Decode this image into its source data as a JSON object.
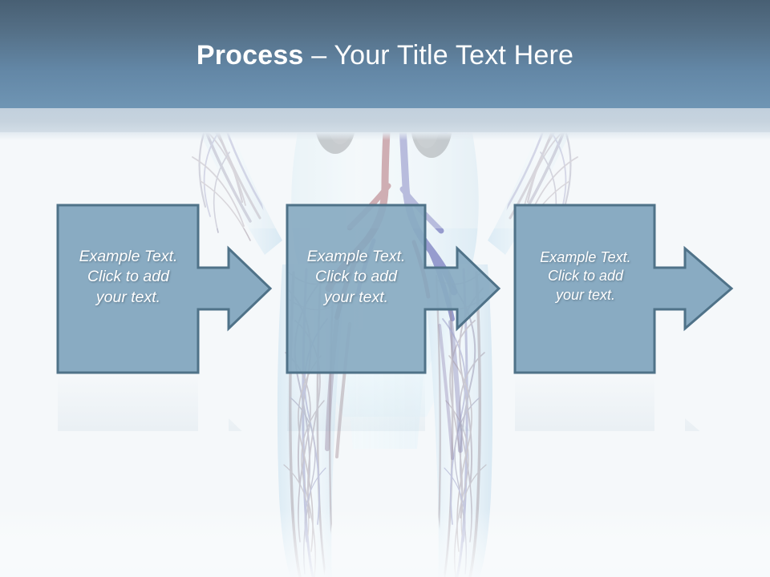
{
  "slide": {
    "title_strong": "Process",
    "title_rest": " – Your Title Text Here",
    "background_art": "human-vascular-anatomy-illustration",
    "colors": {
      "header_top": "#485f73",
      "header_bottom": "#6f95b4",
      "sub_band": "#c6d3de",
      "canvas": "#f5f8fa",
      "shape_fill": "#89abc2",
      "shape_stroke": "#4f7governed"
    }
  },
  "process": {
    "steps": [
      {
        "id": "step-1",
        "text": "Example Text.\nClick  to add\nyour text."
      },
      {
        "id": "step-2",
        "text": "Example Text.\nClick  to add\nyour text."
      },
      {
        "id": "step-3",
        "text": "Example Text.\nClick  to add\nyour text."
      }
    ]
  }
}
